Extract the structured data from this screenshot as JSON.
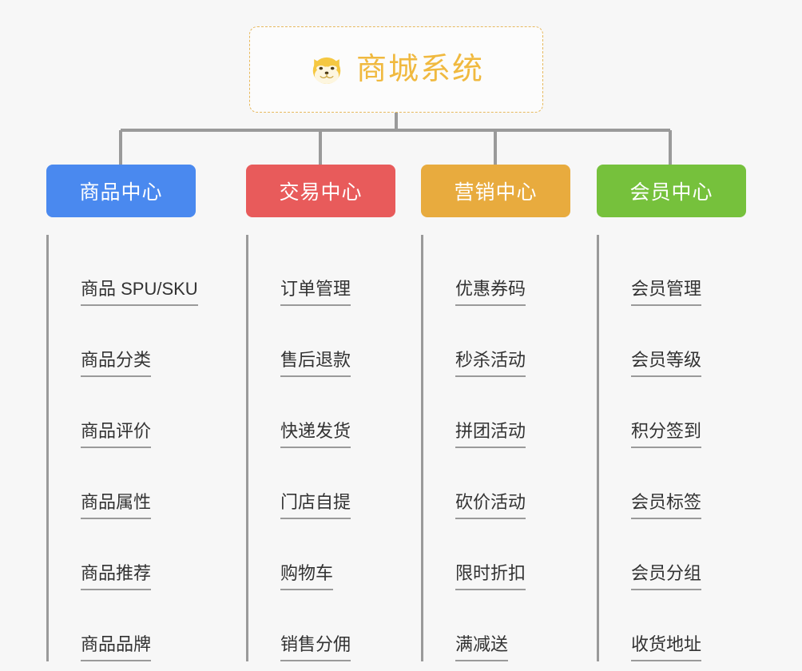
{
  "diagram": {
    "type": "org-chart",
    "background_color": "#f7f7f7",
    "connector_color": "#9a9a9a"
  },
  "root": {
    "title": "商城系统",
    "icon": "shiba-dog-face-icon",
    "text_color": "#f0b93f",
    "border_color": "#e7b95e",
    "background_color": "#fcfcfc"
  },
  "columns": [
    {
      "header": "商品中心",
      "color": "#4a89ef",
      "items": [
        "商品 SPU/SKU",
        "商品分类",
        "商品评价",
        "商品属性",
        "商品推荐",
        "商品品牌"
      ]
    },
    {
      "header": "交易中心",
      "color": "#e85b5b",
      "items": [
        "订单管理",
        "售后退款",
        "快递发货",
        "门店自提",
        "购物车",
        "销售分佣"
      ]
    },
    {
      "header": "营销中心",
      "color": "#e8ab3e",
      "items": [
        "优惠券码",
        "秒杀活动",
        "拼团活动",
        "砍价活动",
        "限时折扣",
        "满减送"
      ]
    },
    {
      "header": "会员中心",
      "color": "#76c13c",
      "items": [
        "会员管理",
        "会员等级",
        "积分签到",
        "会员标签",
        "会员分组",
        "收货地址"
      ]
    }
  ]
}
